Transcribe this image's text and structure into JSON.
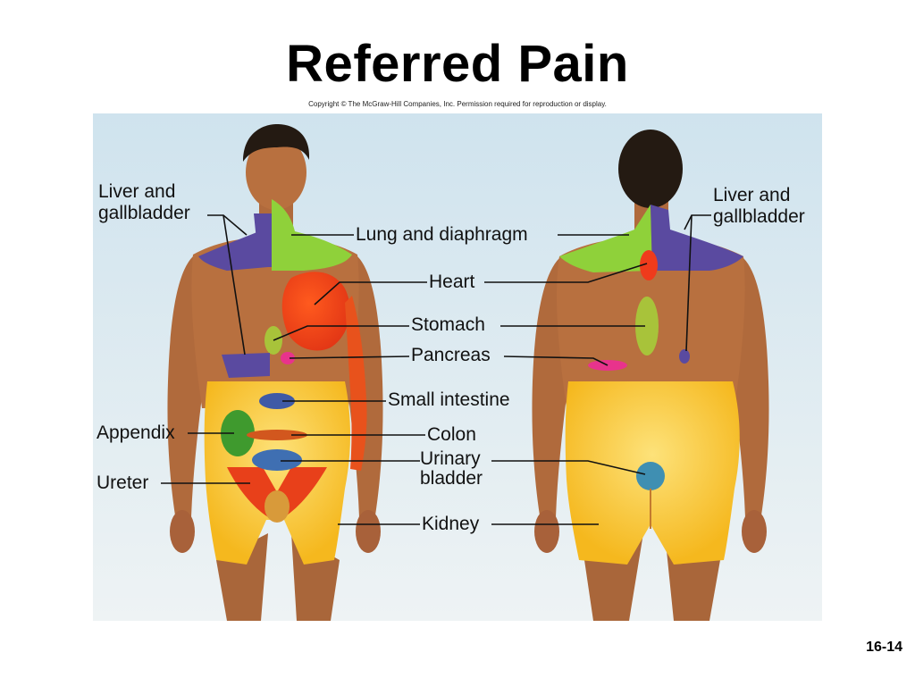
{
  "title": "Referred Pain",
  "copyright": "Copyright © The McGraw-Hill Companies, Inc. Permission required for reproduction or display.",
  "labels": {
    "liver_front": "Liver and gallbladder",
    "lung": "Lung and diaphragm",
    "heart": "Heart",
    "stomach": "Stomach",
    "pancreas": "Pancreas",
    "small_intestine": "Small intestine",
    "appendix": "Appendix",
    "colon": "Colon",
    "bladder": "Urinary bladder",
    "ureter": "Ureter",
    "kidney": "Kidney",
    "liver_back": "Liver and gallbladder"
  },
  "slide_number": "16-14",
  "colors": {
    "background_top": "#cfe3ee",
    "background_bottom": "#eef3f4",
    "skin": "#b8703f",
    "hair": "#241a12",
    "liver": "#5a4aa0",
    "lung": "#8fd13a",
    "heart": "#ef3b1c",
    "stomach": "#a8c33a",
    "pancreas": "#e8338c",
    "small_intestine": "#3f5aa6",
    "appendix": "#3f9a2e",
    "colon": "#d2571e",
    "bladder": "#3f6fb2",
    "ureter": "#e8401a",
    "kidney": "#f7c631"
  },
  "icons": [
    "front-figure-illustration",
    "back-figure-illustration"
  ]
}
